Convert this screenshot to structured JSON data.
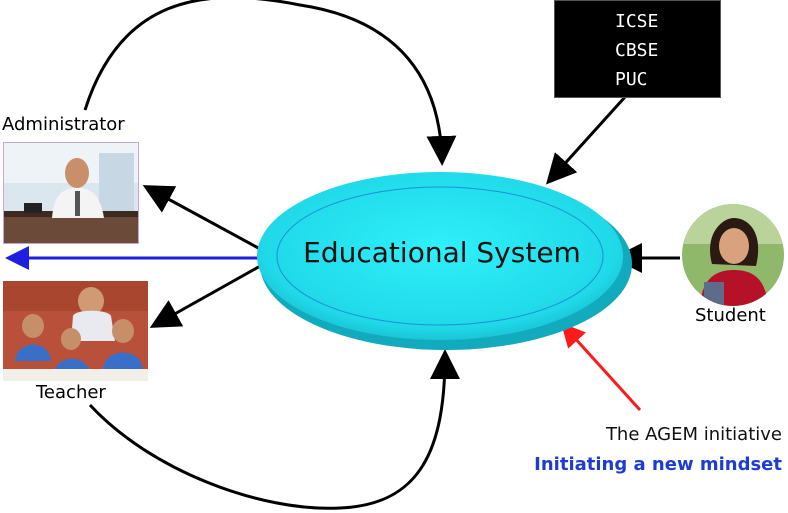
{
  "center": {
    "label": "Educational System"
  },
  "board": {
    "items": [
      "ICSE",
      "CBSE",
      "PUC"
    ]
  },
  "roles": {
    "administrator": "Administrator",
    "teacher": "Teacher",
    "student": "Student"
  },
  "initiative": {
    "name": "The AGEM initiative",
    "tagline": "Initiating a new mindset"
  },
  "colors": {
    "ellipse_fill": "#2ee6f2",
    "ellipse_inner": "#33e8f5",
    "ellipse_border": "#1f8fd6",
    "blue_arrow": "#1f1fe0",
    "red_arrow": "#ff1a1a",
    "tagline": "#1f3bd6"
  }
}
